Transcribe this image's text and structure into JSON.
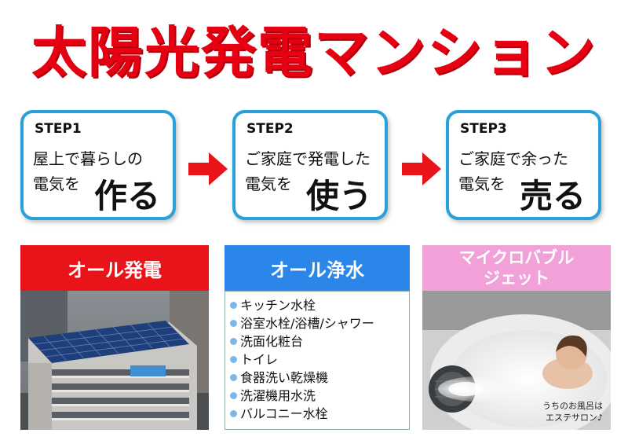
{
  "title": "太陽光発電マンション",
  "steps": [
    {
      "label": "STEP1",
      "line1": "屋上で暮らしの",
      "line2": "電気を",
      "big": "作る"
    },
    {
      "label": "STEP2",
      "line1": "ご家庭で発電した",
      "line2": "電気を",
      "big": "使う"
    },
    {
      "label": "STEP3",
      "line1": "ご家庭で余った",
      "line2": "電気を",
      "big": "売る"
    }
  ],
  "panels": {
    "power": {
      "header": "オール発電"
    },
    "water": {
      "header": "オール浄水",
      "items": [
        "キッチン水栓",
        "浴室水栓/浴槽/シャワー",
        "洗面化粧台",
        "トイレ",
        "食器洗い乾燥機",
        "洗濯機用水洗",
        "バルコニー水栓"
      ]
    },
    "bubble": {
      "header_line1": "マイクロバブル",
      "header_line2": "ジェット",
      "caption_line1": "うちのお風呂は",
      "caption_line2": "エステサロン♪"
    }
  },
  "colors": {
    "title": "#e60012",
    "step_border": "#2aa0d8",
    "arrow": "#e9141a",
    "power_header": "#e9141a",
    "water_header": "#2a86e8",
    "bubble_header": "#f2a1d8"
  },
  "icons": {
    "arrow": "arrow-right-icon",
    "bullet": "bullet-dot-icon"
  }
}
